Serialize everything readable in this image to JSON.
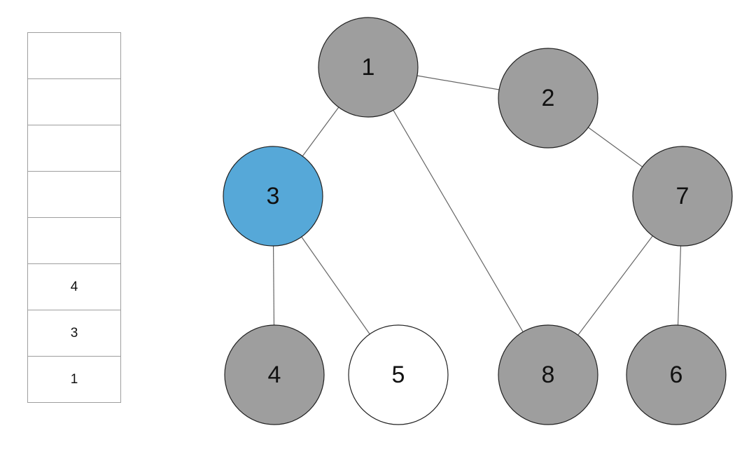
{
  "stack": [
    "",
    "",
    "",
    "",
    "",
    "4",
    "3",
    "1"
  ],
  "nodes": [
    {
      "id": "1",
      "state": "visited"
    },
    {
      "id": "2",
      "state": "visited"
    },
    {
      "id": "3",
      "state": "current"
    },
    {
      "id": "7",
      "state": "visited"
    },
    {
      "id": "4",
      "state": "visited"
    },
    {
      "id": "5",
      "state": "unvisited"
    },
    {
      "id": "8",
      "state": "visited"
    },
    {
      "id": "6",
      "state": "visited"
    }
  ],
  "edges": [
    [
      "1",
      "2"
    ],
    [
      "1",
      "3"
    ],
    [
      "1",
      "8"
    ],
    [
      "2",
      "7"
    ],
    [
      "3",
      "4"
    ],
    [
      "3",
      "5"
    ],
    [
      "7",
      "8"
    ],
    [
      "7",
      "6"
    ]
  ],
  "colors": {
    "visited": "#9e9e9e",
    "current": "#56a8d8",
    "unvisited": "#ffffff",
    "edge": "#666666",
    "outline": "#222222"
  }
}
